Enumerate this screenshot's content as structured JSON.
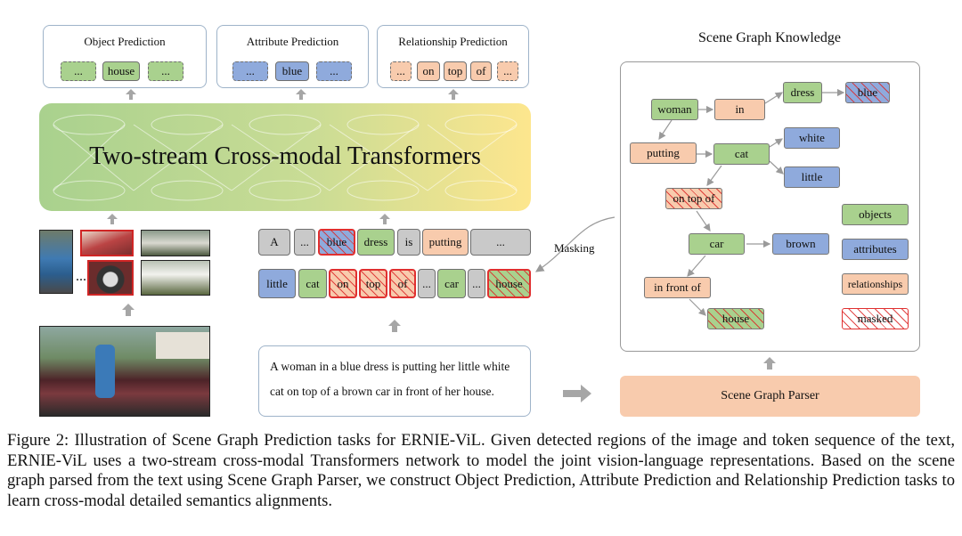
{
  "prediction_panels": {
    "object": {
      "title": "Object Prediction",
      "tokens": [
        "...",
        "house",
        "..."
      ]
    },
    "attribute": {
      "title": "Attribute Prediction",
      "tokens": [
        "...",
        "blue",
        "..."
      ]
    },
    "relationship": {
      "title": "Relationship Prediction",
      "tokens": [
        "...",
        "on",
        "top",
        "of",
        "..."
      ]
    }
  },
  "transformer": {
    "label": "Two-stream Cross-modal Transformers"
  },
  "text_tokens_row1": [
    "A",
    "...",
    "blue",
    "dress",
    "is",
    "putting",
    "..."
  ],
  "text_tokens_row2": [
    "little",
    "cat",
    "on",
    "top",
    "of",
    "...",
    "car",
    "...",
    "house"
  ],
  "image_regions": {
    "ellipsis": "..."
  },
  "sentence": {
    "line1": "A woman in a blue dress is putting her little white",
    "line2": "cat on top of a brown car in front of her house."
  },
  "masking_label": "Masking",
  "scene_graph": {
    "title": "Scene Graph Knowledge",
    "nodes": {
      "woman": "woman",
      "in": "in",
      "dress": "dress",
      "blue": "blue",
      "putting": "putting",
      "cat": "cat",
      "white": "white",
      "little": "little",
      "on_top_of": "on top of",
      "car": "car",
      "brown": "brown",
      "in_front_of": "in front of",
      "house": "house"
    },
    "legend": {
      "objects": "objects",
      "attributes": "attributes",
      "relationships": "relationships",
      "masked": "masked"
    }
  },
  "parser_label": "Scene Graph Parser",
  "caption": "Figure 2: Illustration of Scene Graph Prediction tasks for ERNIE-ViL. Given detected regions of the image and token sequence of the text, ERNIE-ViL uses a two-stream cross-modal Transformers network to model the joint vision-language representations. Based on the scene graph parsed from the text using Scene Graph Parser, we construct Object Prediction, Attribute Prediction and Relationship Prediction tasks to learn cross-modal detailed semantics alignments.",
  "colors": {
    "object": "#a9d18e",
    "attribute": "#8faadc",
    "relationship": "#f8cbad",
    "masked_border": "#e03030",
    "panel_border": "#9eb3c9",
    "parser": "#f8cbad"
  }
}
